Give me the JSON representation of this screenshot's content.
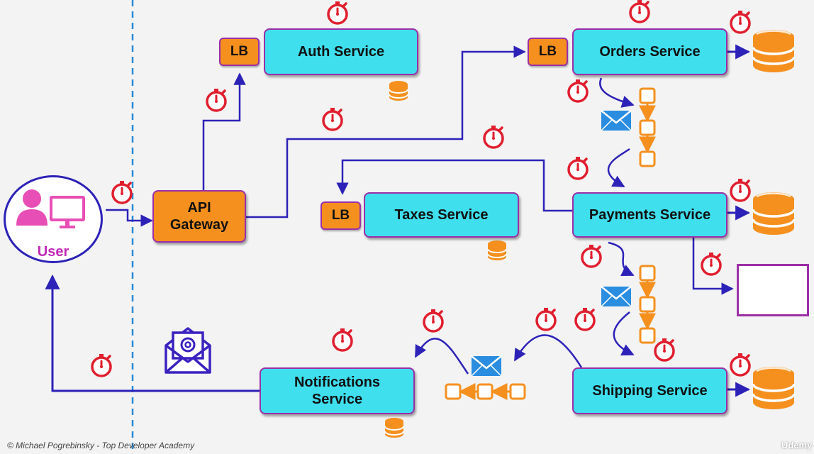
{
  "user": {
    "label": "User"
  },
  "gateway": {
    "line1": "API",
    "line2": "Gateway"
  },
  "load_balancer_label": "LB",
  "services": {
    "auth": "Auth Service",
    "orders": "Orders Service",
    "taxes": "Taxes Service",
    "payments": "Payments Service",
    "shipping": "Shipping Service",
    "notifications_line1": "Notifications",
    "notifications_line2": "Service"
  },
  "footer": {
    "credit": "© Michael Pogrebinsky - Top Developer Academy",
    "watermark": "Udemy"
  },
  "colors": {
    "service_fill": "#3fdfee",
    "gateway_fill": "#f5901f",
    "border": "#9b2fa8",
    "arrow": "#2d22b8",
    "timer": "#e01e2e",
    "database": "#f5901f",
    "message_queue": "#f5901f",
    "envelope": "#2a8de0",
    "user_icon": "#e84fb6",
    "credit_card": "#b65ad6"
  },
  "icons": [
    "stopwatch-icon",
    "database-icon",
    "message-queue-icon",
    "envelope-icon",
    "credit-card-icon",
    "email-icon",
    "user-computer-icon"
  ]
}
